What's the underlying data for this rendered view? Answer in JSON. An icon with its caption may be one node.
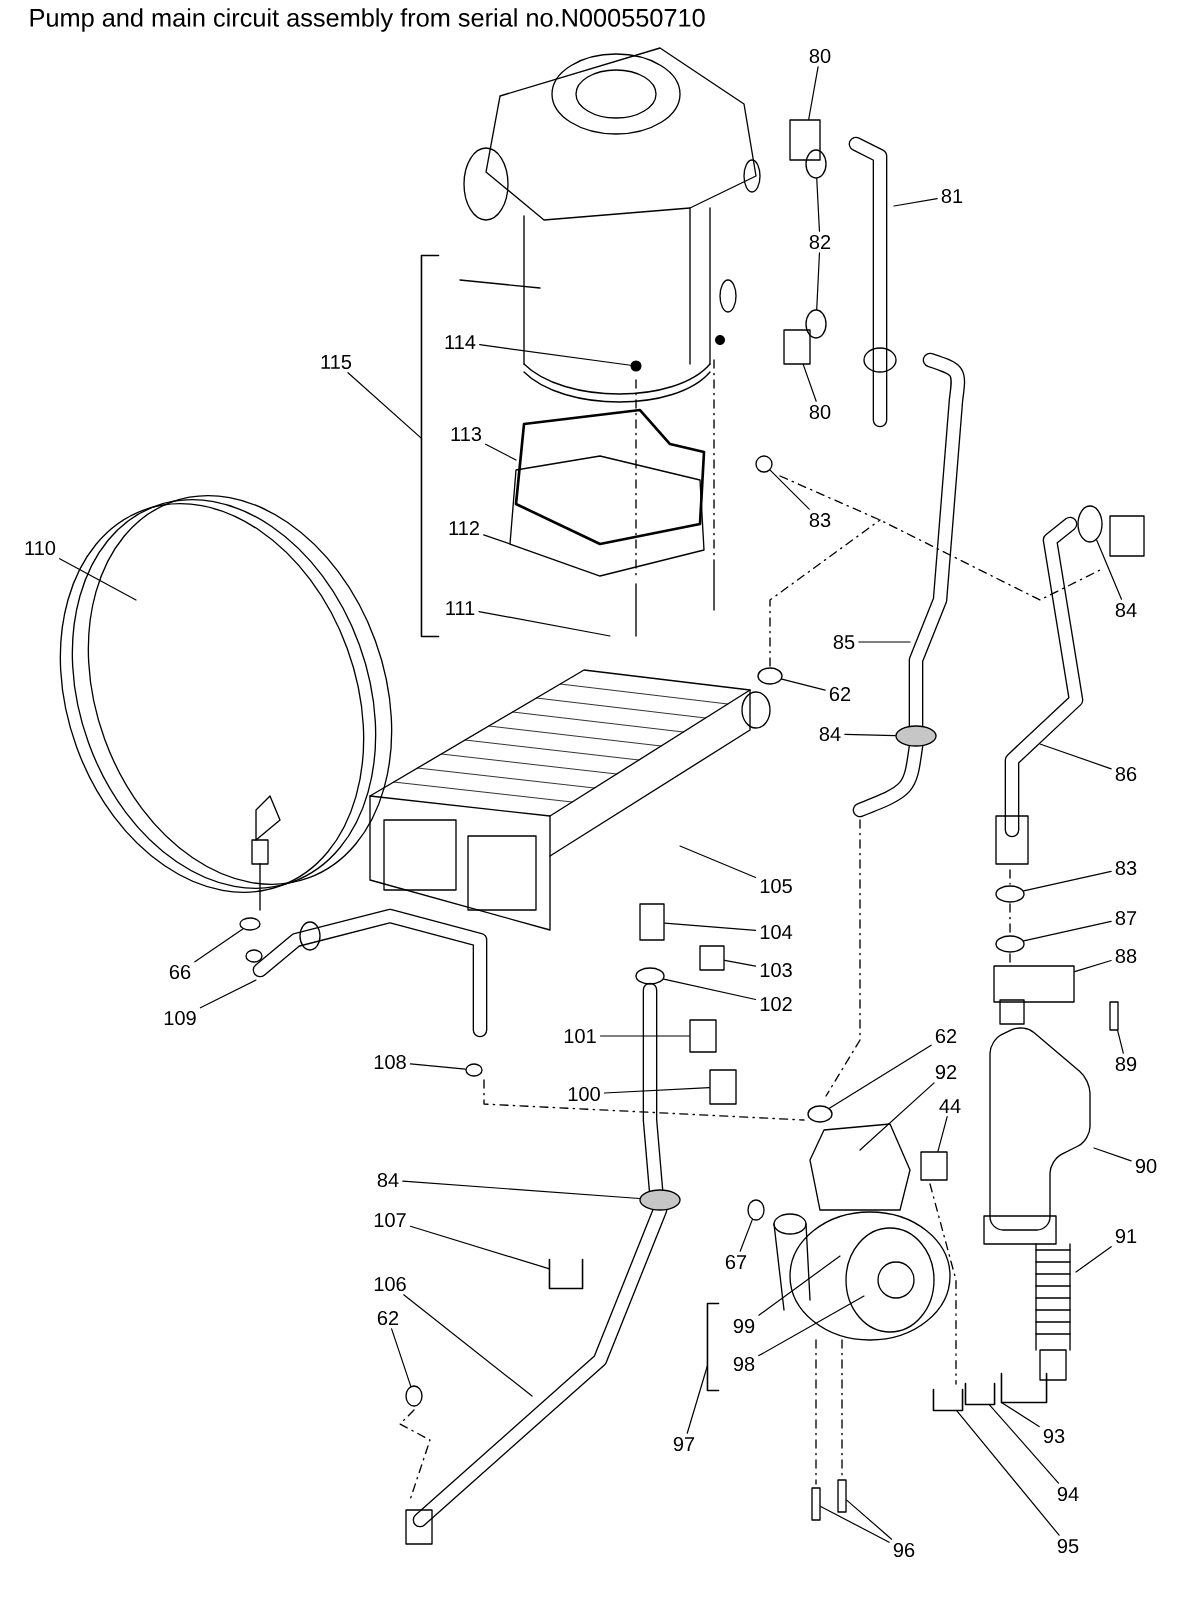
{
  "diagram": {
    "title": "Pump and main circuit assembly from serial no.N000550710",
    "nodes": [
      {
        "text": [
          "80"
        ]
      },
      {
        "text": [
          "81"
        ]
      },
      {
        "text": [
          "82"
        ]
      },
      {
        "text": [
          "80"
        ]
      },
      {
        "text": [
          "114"
        ]
      },
      {
        "text": [
          "115"
        ]
      },
      {
        "text": [
          "113"
        ]
      },
      {
        "text": [
          "83"
        ]
      },
      {
        "text": [
          "112"
        ]
      },
      {
        "text": [
          "110"
        ]
      },
      {
        "text": [
          "84"
        ]
      },
      {
        "text": [
          "111"
        ]
      },
      {
        "text": [
          "85"
        ]
      },
      {
        "text": [
          "62"
        ]
      },
      {
        "text": [
          "84"
        ]
      },
      {
        "text": [
          "86"
        ]
      },
      {
        "text": [
          "105"
        ]
      },
      {
        "text": [
          "83"
        ]
      },
      {
        "text": [
          "104"
        ]
      },
      {
        "text": [
          "87"
        ]
      },
      {
        "text": [
          "88"
        ]
      },
      {
        "text": [
          "103"
        ]
      },
      {
        "text": [
          "66"
        ]
      },
      {
        "text": [
          "102"
        ]
      },
      {
        "text": [
          "109"
        ]
      },
      {
        "text": [
          "101"
        ]
      },
      {
        "text": [
          "62"
        ]
      },
      {
        "text": [
          "89"
        ]
      },
      {
        "text": [
          "108"
        ]
      },
      {
        "text": [
          "92"
        ]
      },
      {
        "text": [
          "100"
        ]
      },
      {
        "text": [
          "44"
        ]
      },
      {
        "text": [
          "90"
        ]
      },
      {
        "text": [
          "84"
        ]
      },
      {
        "text": [
          "107"
        ]
      },
      {
        "text": [
          "91"
        ]
      },
      {
        "text": [
          "67"
        ]
      },
      {
        "text": [
          "106"
        ]
      },
      {
        "text": [
          "62"
        ]
      },
      {
        "text": [
          "99"
        ]
      },
      {
        "text": [
          "98"
        ]
      },
      {
        "text": [
          "93"
        ]
      },
      {
        "text": [
          "97"
        ]
      },
      {
        "text": [
          "94"
        ]
      },
      {
        "text": [
          "95"
        ]
      },
      {
        "text": [
          "96"
        ]
      },
      {
        "text": [],
        "shape": "box"
      },
      {
        "text": [],
        "shape": "circle"
      },
      {
        "text": [],
        "shape": "circle"
      },
      {
        "text": [],
        "shape": "box"
      },
      {
        "text": [],
        "shape": "dot"
      },
      {
        "text": [],
        "shape": "bracket"
      },
      {
        "text": [],
        "shape": "circle"
      },
      {
        "text": [],
        "shape": "circle"
      },
      {
        "text": [],
        "shape": "circle"
      },
      {
        "text": [],
        "shape": "disc"
      },
      {
        "text": [],
        "shape": "circle"
      },
      {
        "text": [],
        "shape": "box"
      },
      {
        "text": [],
        "shape": "circle"
      },
      {
        "text": [],
        "shape": "box"
      },
      {
        "text": [],
        "shape": "box"
      },
      {
        "text": [],
        "shape": "circle"
      },
      {
        "text": [],
        "shape": "circle"
      },
      {
        "text": [],
        "shape": "box"
      },
      {
        "text": [],
        "shape": "circle"
      },
      {
        "text": [],
        "shape": "screw"
      },
      {
        "text": [],
        "shape": "circle"
      },
      {
        "text": [],
        "shape": "box"
      },
      {
        "text": [],
        "shape": "box"
      },
      {
        "text": [],
        "shape": "disc"
      },
      {
        "text": [],
        "shape": "clip"
      },
      {
        "text": [],
        "shape": "circle"
      },
      {
        "text": [],
        "shape": "circle"
      },
      {
        "text": [],
        "shape": "clip"
      },
      {
        "text": [],
        "shape": "bracket"
      },
      {
        "text": [],
        "shape": "clip"
      },
      {
        "text": [],
        "shape": "clip"
      },
      {
        "text": [],
        "shape": "screw"
      },
      {
        "text": [],
        "shape": "screw"
      }
    ],
    "edges": [
      {
        "from": 0,
        "to": 46,
        "arrow": "none"
      },
      {
        "from": 1,
        "to": null,
        "arrow": "none"
      },
      {
        "from": 2,
        "to": 47,
        "arrow": "none"
      },
      {
        "from": 2,
        "to": 48,
        "arrow": "none"
      },
      {
        "from": 3,
        "to": 49,
        "arrow": "none"
      },
      {
        "from": 4,
        "to": 50,
        "arrow": "none"
      },
      {
        "from": 5,
        "to": 51,
        "arrow": "none"
      },
      {
        "from": 6,
        "to": null,
        "arrow": "none"
      },
      {
        "from": 7,
        "to": 52,
        "arrow": "none"
      },
      {
        "from": 8,
        "to": null,
        "arrow": "none"
      },
      {
        "from": 9,
        "to": null,
        "arrow": "none"
      },
      {
        "from": 10,
        "to": 53,
        "arrow": "none"
      },
      {
        "from": 11,
        "to": null,
        "arrow": "none"
      },
      {
        "from": 12,
        "to": null,
        "arrow": "none"
      },
      {
        "from": 13,
        "to": 54,
        "arrow": "none"
      },
      {
        "from": 14,
        "to": 55,
        "arrow": "none"
      },
      {
        "from": 15,
        "to": null,
        "arrow": "none"
      },
      {
        "from": 16,
        "to": null,
        "arrow": "none"
      },
      {
        "from": 17,
        "to": 56,
        "arrow": "none"
      },
      {
        "from": 18,
        "to": 57,
        "arrow": "none"
      },
      {
        "from": 19,
        "to": 58,
        "arrow": "none"
      },
      {
        "from": 20,
        "to": 59,
        "arrow": "none"
      },
      {
        "from": 21,
        "to": 60,
        "arrow": "none"
      },
      {
        "from": 22,
        "to": 61,
        "arrow": "none"
      },
      {
        "from": 23,
        "to": 62,
        "arrow": "none"
      },
      {
        "from": 24,
        "to": null,
        "arrow": "none"
      },
      {
        "from": 25,
        "to": 63,
        "arrow": "none"
      },
      {
        "from": 26,
        "to": 64,
        "arrow": "none"
      },
      {
        "from": 27,
        "to": 65,
        "arrow": "none"
      },
      {
        "from": 28,
        "to": 66,
        "arrow": "none"
      },
      {
        "from": 29,
        "to": null,
        "arrow": "none"
      },
      {
        "from": 30,
        "to": 67,
        "arrow": "none"
      },
      {
        "from": 31,
        "to": 68,
        "arrow": "none"
      },
      {
        "from": 32,
        "to": null,
        "arrow": "none"
      },
      {
        "from": 33,
        "to": 69,
        "arrow": "none"
      },
      {
        "from": 34,
        "to": 70,
        "arrow": "none"
      },
      {
        "from": 35,
        "to": null,
        "arrow": "none"
      },
      {
        "from": 36,
        "to": 71,
        "arrow": "none"
      },
      {
        "from": 37,
        "to": null,
        "arrow": "none"
      },
      {
        "from": 38,
        "to": 72,
        "arrow": "none"
      },
      {
        "from": 39,
        "to": null,
        "arrow": "none"
      },
      {
        "from": 40,
        "to": null,
        "arrow": "none"
      },
      {
        "from": 41,
        "to": 73,
        "arrow": "none"
      },
      {
        "from": 42,
        "to": 74,
        "arrow": "none"
      },
      {
        "from": 43,
        "to": 75,
        "arrow": "none"
      },
      {
        "from": 44,
        "to": 76,
        "arrow": "none"
      },
      {
        "from": 45,
        "to": 77,
        "arrow": "none"
      },
      {
        "from": 45,
        "to": 78,
        "arrow": "none"
      }
    ]
  }
}
